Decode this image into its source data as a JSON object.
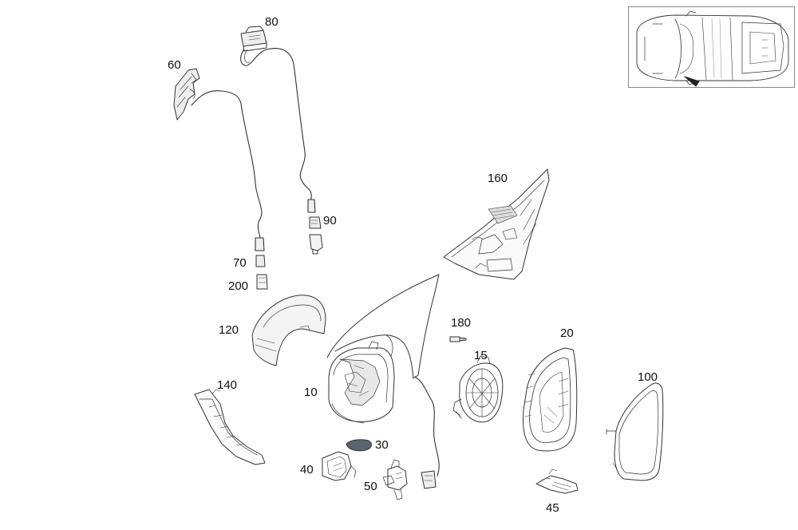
{
  "diagram": {
    "title": "",
    "callouts": [
      {
        "id": "80"
      },
      {
        "id": "60"
      },
      {
        "id": "90"
      },
      {
        "id": "70"
      },
      {
        "id": "200"
      },
      {
        "id": "160"
      },
      {
        "id": "120"
      },
      {
        "id": "180"
      },
      {
        "id": "20"
      },
      {
        "id": "15"
      },
      {
        "id": "10"
      },
      {
        "id": "140"
      },
      {
        "id": "100"
      },
      {
        "id": "30"
      },
      {
        "id": "40"
      },
      {
        "id": "50"
      },
      {
        "id": "45"
      }
    ]
  },
  "colors": {
    "line": "#333333",
    "hatch": "#555555",
    "mirror_cap_fill": "#f4f4f4",
    "gasket_fill": "#5a6470"
  }
}
